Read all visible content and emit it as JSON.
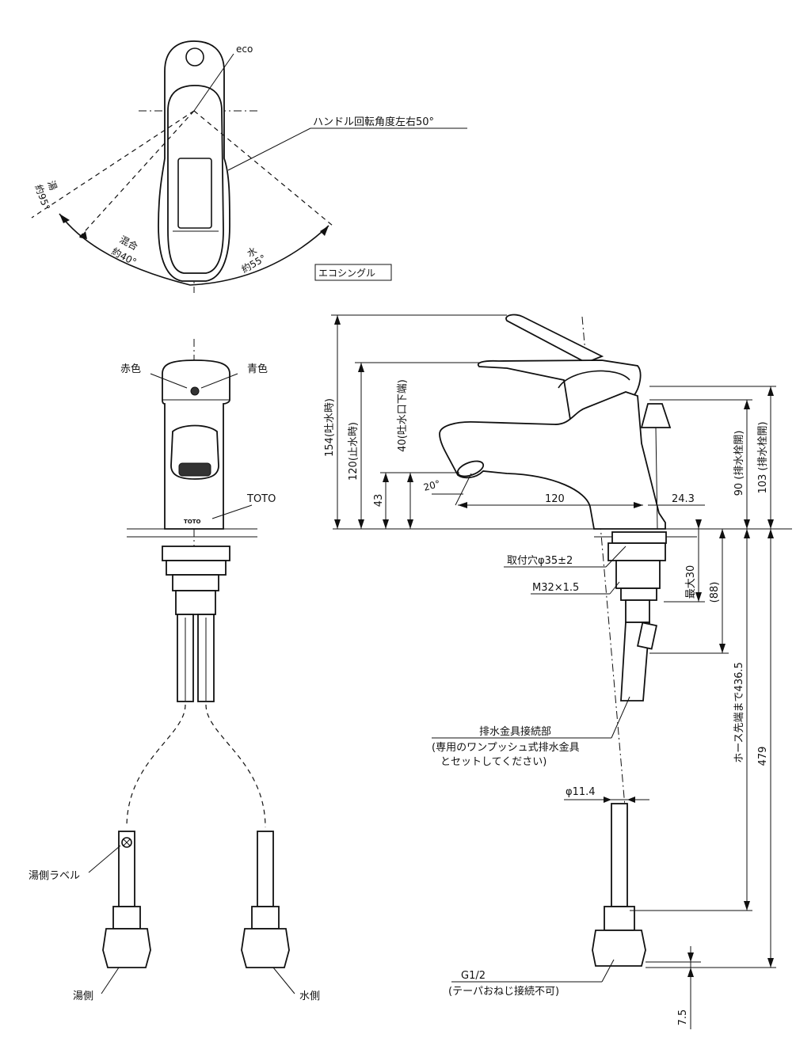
{
  "top_view": {
    "eco": "eco",
    "handle_rotation": "ハンドル回転角度左右50°",
    "hot_label": "湯",
    "hot_angle": "約95°",
    "mix_label": "混合",
    "mix_angle": "約40°",
    "cold_label": "水",
    "cold_angle": "約55°",
    "model_box": "エコシングル"
  },
  "front_view": {
    "red": "赤色",
    "blue": "青色",
    "brand": "TOTO",
    "brand_mark": "TOTO",
    "hot_side_label": "湯側ラベル",
    "hot_side": "湯側",
    "cold_side": "水側"
  },
  "side_view": {
    "dim_154": "154(吐水時)",
    "dim_120v": "120(止水時)",
    "dim_40": "40(吐水口下端)",
    "dim_43": "43",
    "angle_20": "20°",
    "dim_120h": "120",
    "dim_243": "24.3",
    "dim_90": "90 (排水栓開)",
    "dim_103": "103 (排水栓開)",
    "mount_hole": "取付穴φ35±2",
    "thread": "M32×1.5",
    "max30": "最大30",
    "dim_88": "(88)",
    "hose": "ホース先端まで436.5",
    "dim_479": "479",
    "drain_conn": "排水金具接続部",
    "drain_note1": "(専用のワンプッシュ式排水金具",
    "drain_note2": "とセットしてください)",
    "dia_114": "φ11.4",
    "g12": "G1/2",
    "g12_note": "(テーパおねじ接続不可)",
    "dim_75": "7.5"
  }
}
